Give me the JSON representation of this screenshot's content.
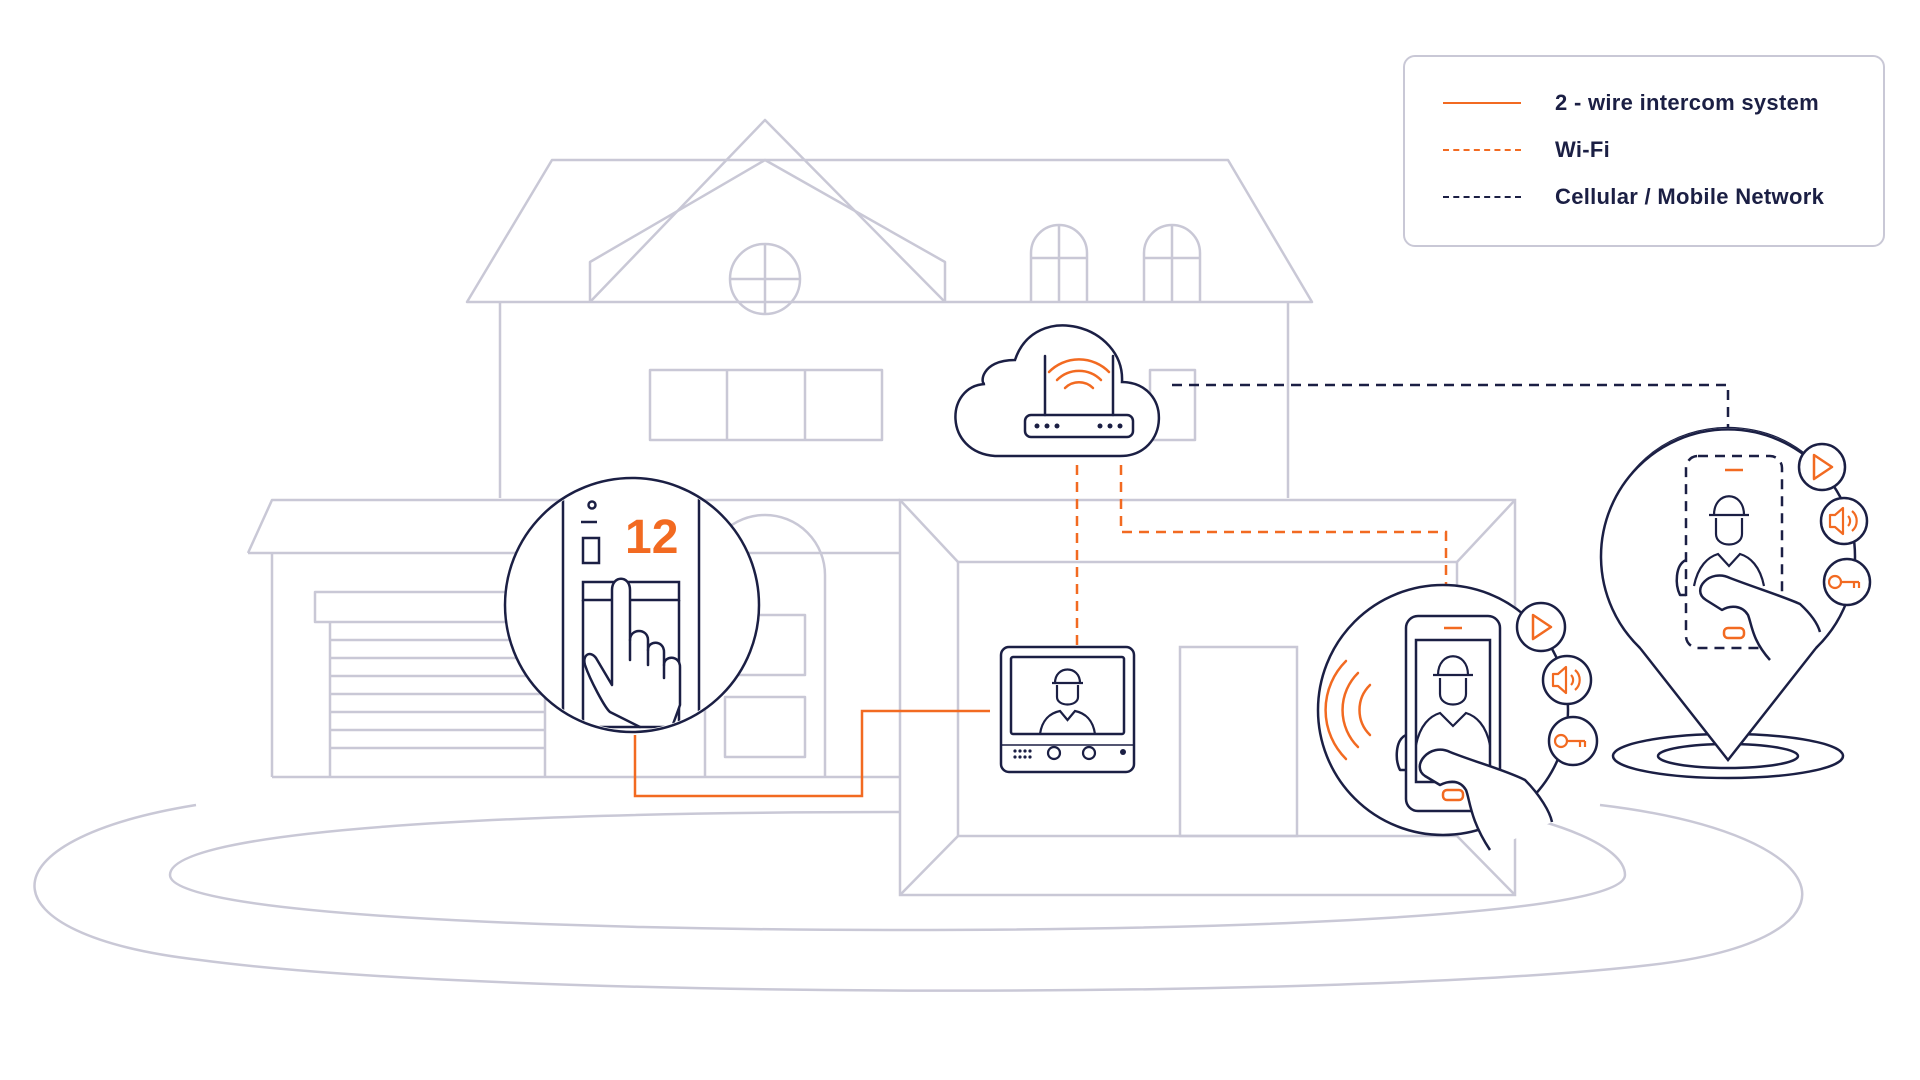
{
  "colors": {
    "house_outline": "#c9c8d6",
    "navy": "#1b1f44",
    "orange": "#f26a21",
    "background": "#ffffff"
  },
  "legend": {
    "items": [
      {
        "label": "2 - wire intercom system",
        "line_style": "solid",
        "color": "#f26a21"
      },
      {
        "label": "Wi-Fi",
        "line_style": "dashed",
        "color": "#f26a21"
      },
      {
        "label": "Cellular / Mobile Network",
        "line_style": "dashed",
        "color": "#1b1f44"
      }
    ]
  },
  "outdoor_panel": {
    "apartment_number": "12"
  },
  "icons": {
    "router": "router-icon",
    "wifi": "wifi-icon",
    "play": "play-icon",
    "speaker": "speaker-icon",
    "key": "key-icon",
    "location_pin": "location-pin-icon",
    "hand": "hand-icon",
    "visitor": "visitor-icon"
  }
}
